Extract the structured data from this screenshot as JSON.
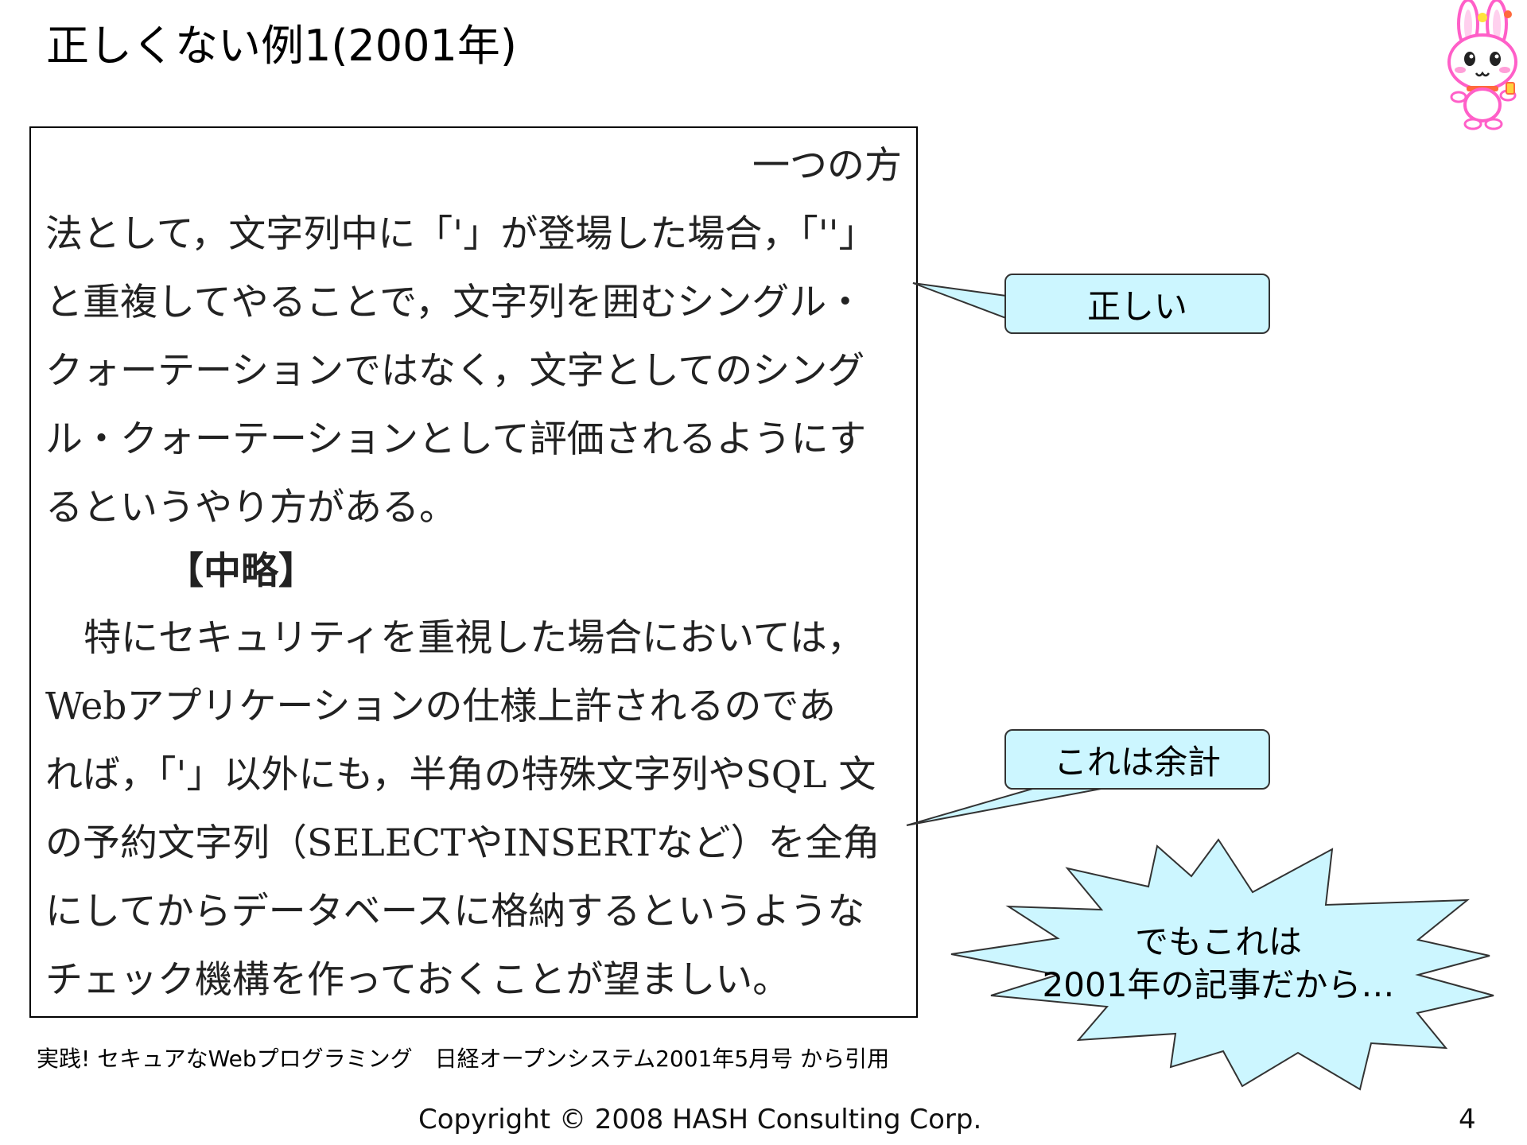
{
  "slide": {
    "title": "正しくない例1(2001年)",
    "page_number": "4",
    "copyright": "Copyright © 2008 HASH Consulting Corp."
  },
  "quote": {
    "lines": [
      "一つの方",
      "法として，文字列中に「'」が登場した場合，「''」",
      "と重複してやることで，文字列を囲むシングル・",
      "クォーテーションではなく，文字としてのシング",
      "ル・クォーテーションとして評価されるようにす",
      "るというやり方がある。",
      "【中略】",
      "特にセキュリティを重視した場合においては，",
      "Webアプリケーションの仕様上許されるのであ",
      "れば，「'」以外にも，半角の特殊文字列やSQL 文",
      "の予約文字列（SELECTやINSERTなど）を全角",
      "にしてからデータベースに格納するというような",
      "チェック機構を作っておくことが望ましい。"
    ],
    "citation": "実践! セキュアなWebプログラミング　日経オープンシステム2001年5月号 から引用"
  },
  "callouts": {
    "correct": "正しい",
    "excess": "これは余計",
    "burst_line1": "でもこれは",
    "burst_line2": "2001年の記事だから…"
  },
  "colors": {
    "callout_fill": "#ccf6ff",
    "callout_border": "#333333",
    "mascot_pink": "#ff5fc8"
  },
  "icons": {
    "mascot": "rabbit-mascot-icon"
  }
}
